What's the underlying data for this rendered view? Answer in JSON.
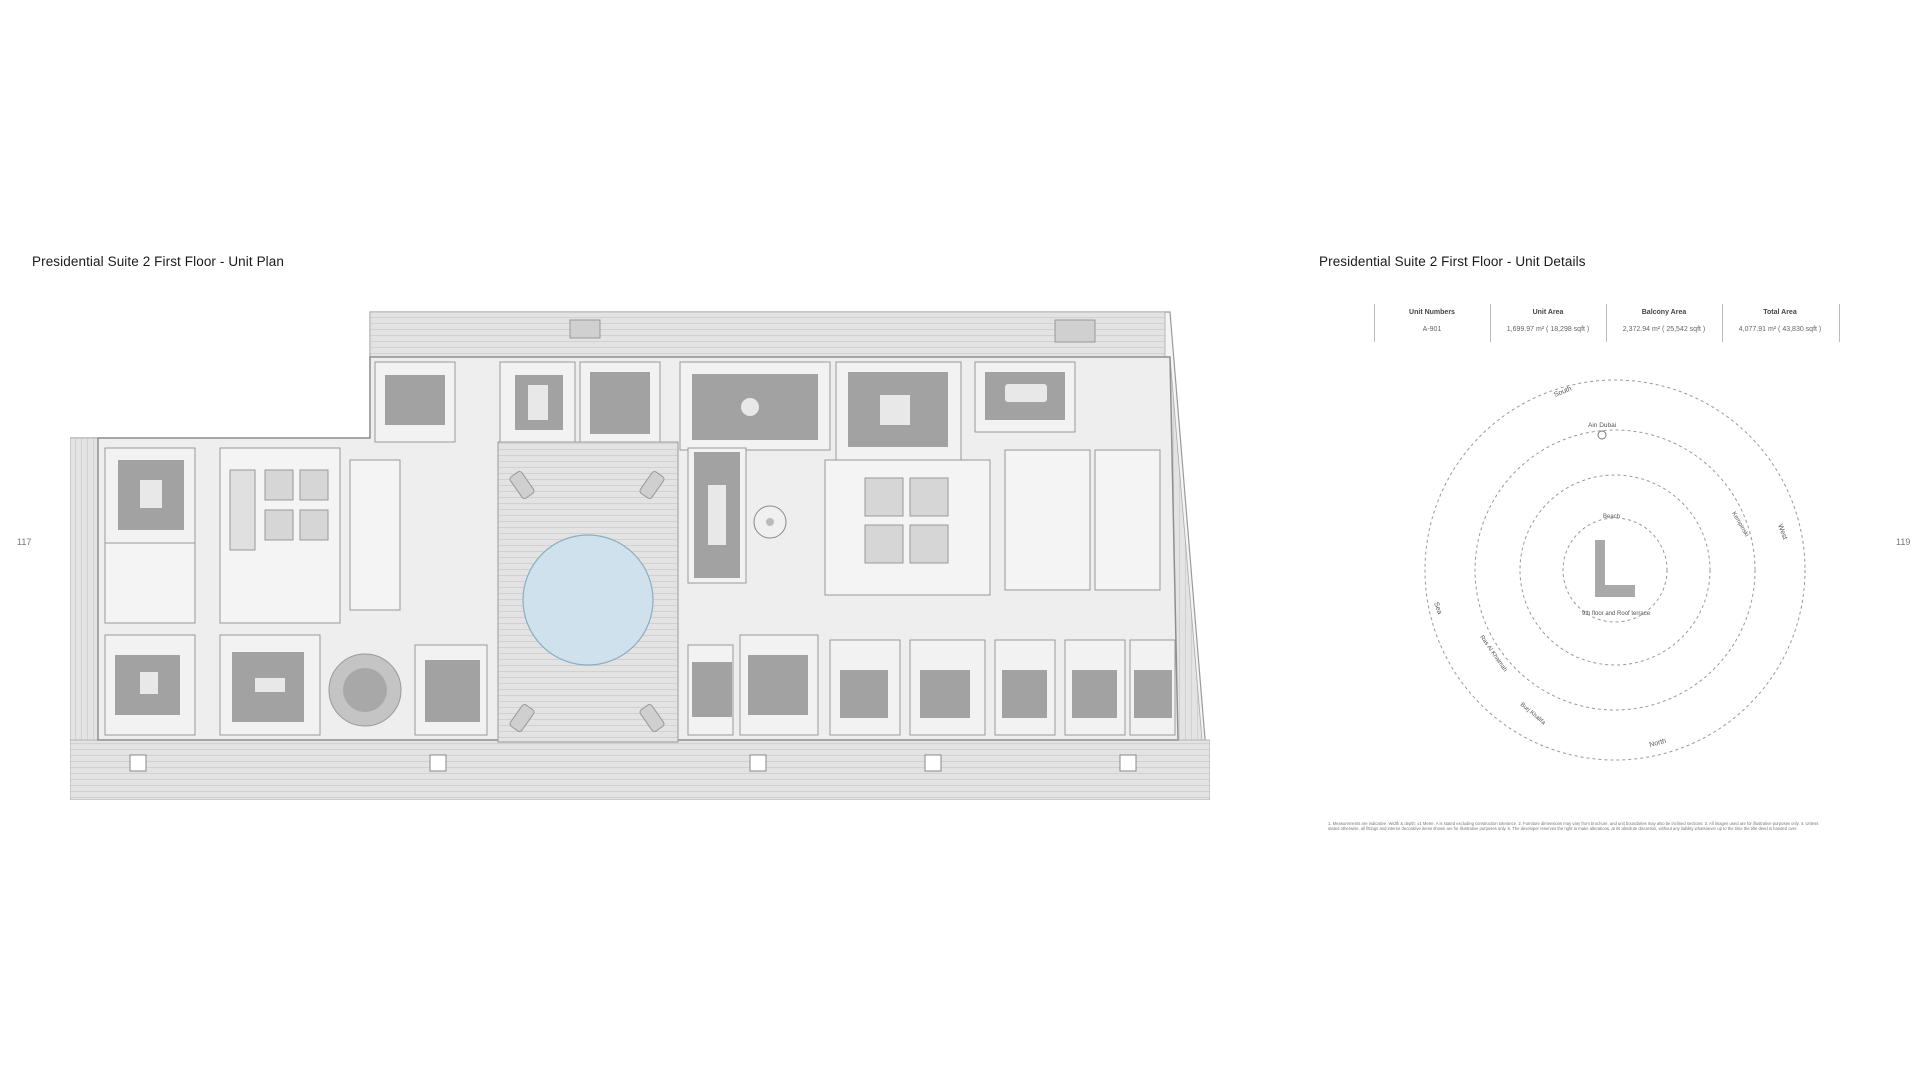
{
  "left_page": {
    "title": "Presidential Suite 2 First Floor - Unit Plan",
    "page_number": "117"
  },
  "right_page": {
    "title": "Presidential Suite 2 First Floor - Unit Details",
    "page_number": "119",
    "unit_table": {
      "columns": [
        {
          "header": "Unit Numbers",
          "value": "A-901"
        },
        {
          "header": "Unit Area",
          "value": "1,699.97 m² ( 18,298 sqft )"
        },
        {
          "header": "Balcony Area",
          "value": "2,372.94 m² ( 25,542 sqft )"
        },
        {
          "header": "Total Area",
          "value": "4,077.91 m² ( 43,830 sqft )"
        }
      ]
    },
    "orientation": {
      "labels": [
        "South",
        "Ain Dubai",
        "Kempinski",
        "West",
        "Beach",
        "9th floor and Roof terrace",
        "Sea",
        "Ras Al Khaimah",
        "Burj Khalifa",
        "North"
      ]
    },
    "footnote": "1. Measurements are indicative. Width & depth: ±1 Metre. A is stated excluding construction tolerance. 2. Furniture dimensions may vary from brochure, and unit boundaries may also be inclined sections. 3. All images used are for illustrative purposes only. 4. Unless stated otherwise, all fittings and interior decorative items shown are for illustrative purposes only. 5. The developer reserves the right to make alterations, at its absolute discretion, without any liability whatsoever up to the time the title deed is handed over."
  },
  "colors": {
    "wall": "#b9b9b9",
    "floor": "#eeeeee",
    "rug": "#a2a2a2",
    "pool": "#cfe1ec",
    "deck": "#dedede"
  }
}
